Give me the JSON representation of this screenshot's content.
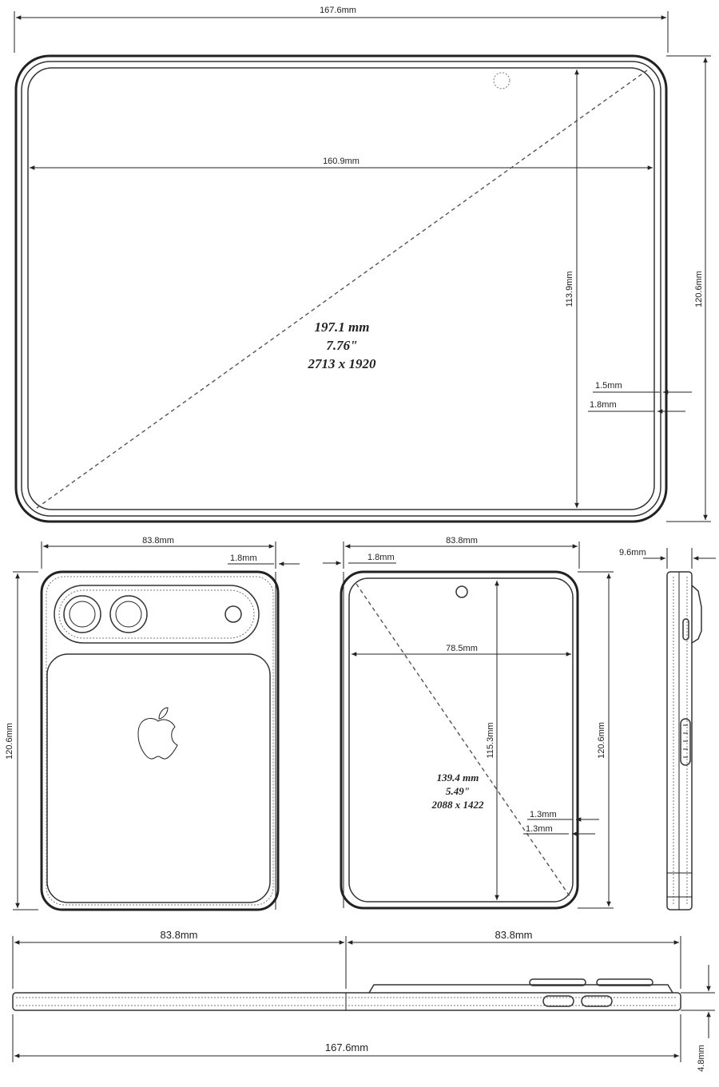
{
  "main_view": {
    "overall_width": "167.6mm",
    "screen_width": "160.9mm",
    "screen_height": "113.9mm",
    "overall_height": "120.6mm",
    "bezel_1": "1.5mm",
    "bezel_2": "1.8mm",
    "diagonal_mm": "197.1 mm",
    "diagonal_in": "7.76\"",
    "resolution": "2713 x 1920"
  },
  "back_view": {
    "width": "83.8mm",
    "edge": "1.8mm",
    "height": "120.6mm",
    "logo_icon": "apple-logo-icon"
  },
  "cover_view": {
    "width": "83.8mm",
    "edge": "1.8mm",
    "screen_width": "78.5mm",
    "screen_height": "115.3mm",
    "height": "120.6mm",
    "bezel_1": "1.3mm",
    "bezel_2": "1.3mm",
    "diagonal_mm": "139.4 mm",
    "diagonal_in": "5.49\"",
    "resolution": "2088 x 1422"
  },
  "side_view": {
    "thickness": "9.6mm"
  },
  "bottom_view": {
    "half_left": "83.8mm",
    "half_right": "83.8mm",
    "overall_width": "167.6mm",
    "thickness": "4.8mm"
  }
}
